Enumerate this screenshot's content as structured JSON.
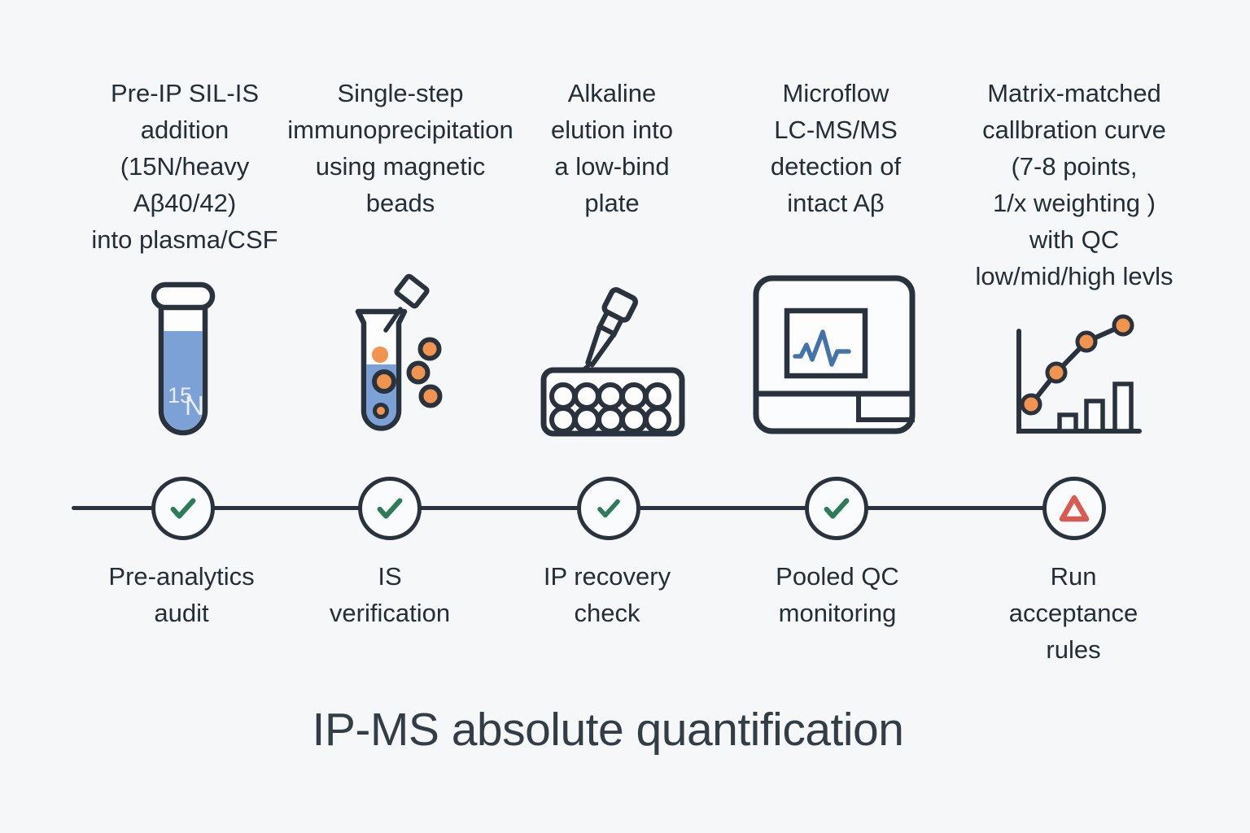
{
  "title": "IP-MS absolute quantification",
  "colors": {
    "background": "#f6f7f9",
    "outline": "#2a333d",
    "text": "#242e37",
    "liquid_blue": "#7ba1d6",
    "waveform_blue": "#4473a9",
    "bead_orange": "#f0944f",
    "check_green": "#2e7b59",
    "alert_red": "#d85a50"
  },
  "tube_label": {
    "mass": "15",
    "element": "N"
  },
  "steps": [
    {
      "top_text": "Pre-IP SIL-IS\naddition\n(15N/heavy\nAβ40/42)\ninto plasma/CSF",
      "icon": "test-tube-15n-icon",
      "status": "check",
      "bottom_label": "Pre-analytics\naudit"
    },
    {
      "top_text": "Single-step\nimmunoprecipitation\nusing magnetic\nbeads",
      "icon": "magnetic-beads-tube-icon",
      "status": "check",
      "bottom_label": "IS\nverification"
    },
    {
      "top_text": "Alkaline\nelution into\na low-bind\nplate",
      "icon": "pipette-plate-icon",
      "status": "check",
      "bottom_label": "IP recovery\ncheck"
    },
    {
      "top_text": "Microflow\nLC-MS/MS\ndetection of\nintact Aβ",
      "icon": "lcms-instrument-icon",
      "status": "check",
      "bottom_label": "Pooled QC\nmonitoring"
    },
    {
      "top_text": "Matrix-matched\ncallbration curve\n(7-8 points,\n1/x weighting )\nwith QC\nlow/mid/high levls",
      "icon": "calibration-curve-icon",
      "status": "alert",
      "bottom_label": "Run\nacceptance\nrules"
    }
  ]
}
